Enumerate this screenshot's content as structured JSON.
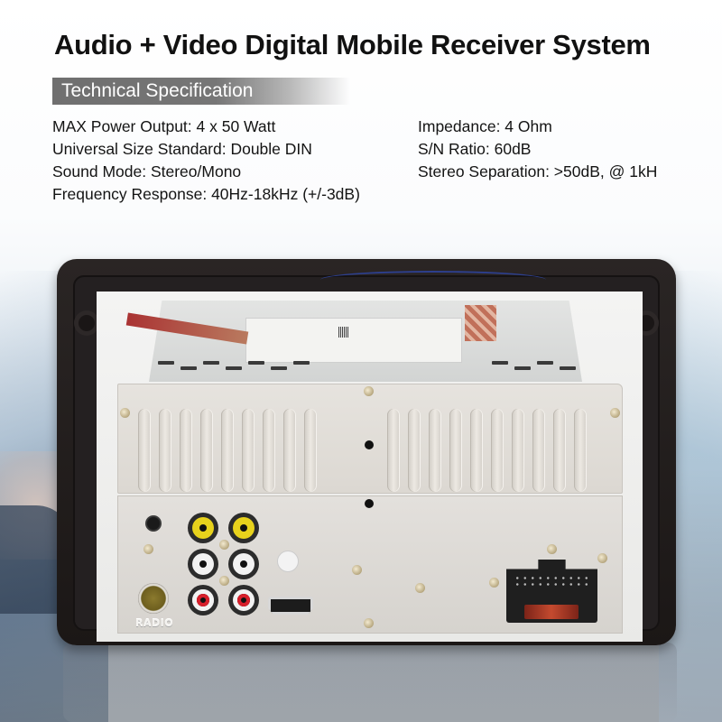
{
  "header": {
    "title": "Audio + Video Digital Mobile Receiver System",
    "section_label": "Technical Specification"
  },
  "specs": {
    "left": [
      "MAX Power Output: 4 x 50 Watt",
      "Universal Size Standard: Double DIN",
      "Sound Mode: Stereo/Mono",
      "Frequency Response: 40Hz-18kHz (+/-3dB)"
    ],
    "right": [
      "Impedance: 4 Ohm",
      "S/N Ratio: 60dB",
      "Stereo Separation: >50dB, @ 1kH"
    ]
  },
  "product_image": {
    "subject": "Double DIN receiver rear panel with mounting frame",
    "port_labels": {
      "antenna": "RADIO"
    },
    "colors": {
      "rca_video": "#e8d21c",
      "rca_left": "#f2f2f2",
      "rca_right": "#d71f2b",
      "bezel": "#1f1a19",
      "panel": "#dedad4",
      "banner": "#727272"
    }
  }
}
